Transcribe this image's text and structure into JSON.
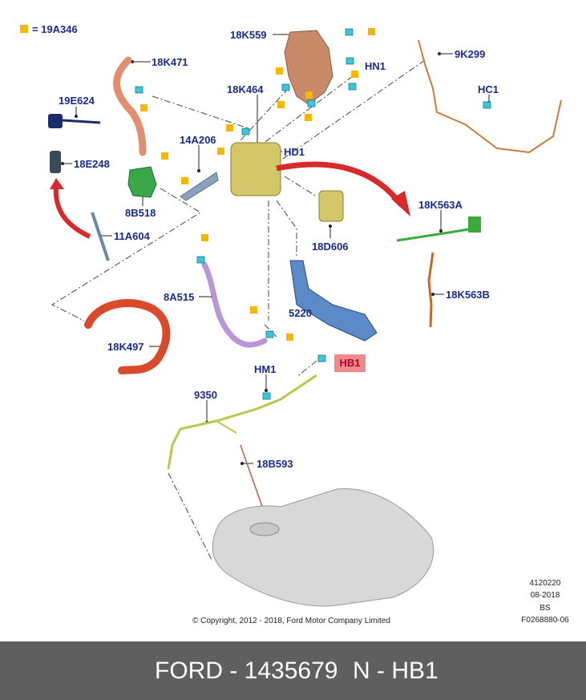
{
  "legend": {
    "symbol_color": "#f5b800",
    "text": "= 19A346"
  },
  "labels": {
    "l_18K559": "18K559",
    "l_18K471": "18K471",
    "l_HN1": "HN1",
    "l_9K299": "9K299",
    "l_19E624": "19E624",
    "l_18K464": "18K464",
    "l_HC1": "HC1",
    "l_14A206": "14A206",
    "l_HD1": "HD1",
    "l_18E248": "18E248",
    "l_8B518": "8B518",
    "l_18K563A": "18K563A",
    "l_11A604": "11A604",
    "l_18D606": "18D606",
    "l_8A515": "8A515",
    "l_18K563B": "18K563B",
    "l_5220": "5220",
    "l_18K497": "18K497",
    "l_HB1": "HB1",
    "l_HM1": "HM1",
    "l_9350": "9350",
    "l_18B593": "18B593"
  },
  "meta": {
    "line1": "4120220",
    "line2": "08-2018",
    "line3": "BS",
    "line4": "F0268880-06",
    "copyright": "© Copyright, 2012 -  2018, Ford Motor Company Limited"
  },
  "footer": {
    "part": "FORD - 1435679",
    "code": "N - HB1"
  },
  "colors": {
    "highlight_bg": "#f08a8a",
    "highlight_text": "#b0002a",
    "label": "#1a2a8a",
    "footer_bg": "#5f5f5f"
  }
}
